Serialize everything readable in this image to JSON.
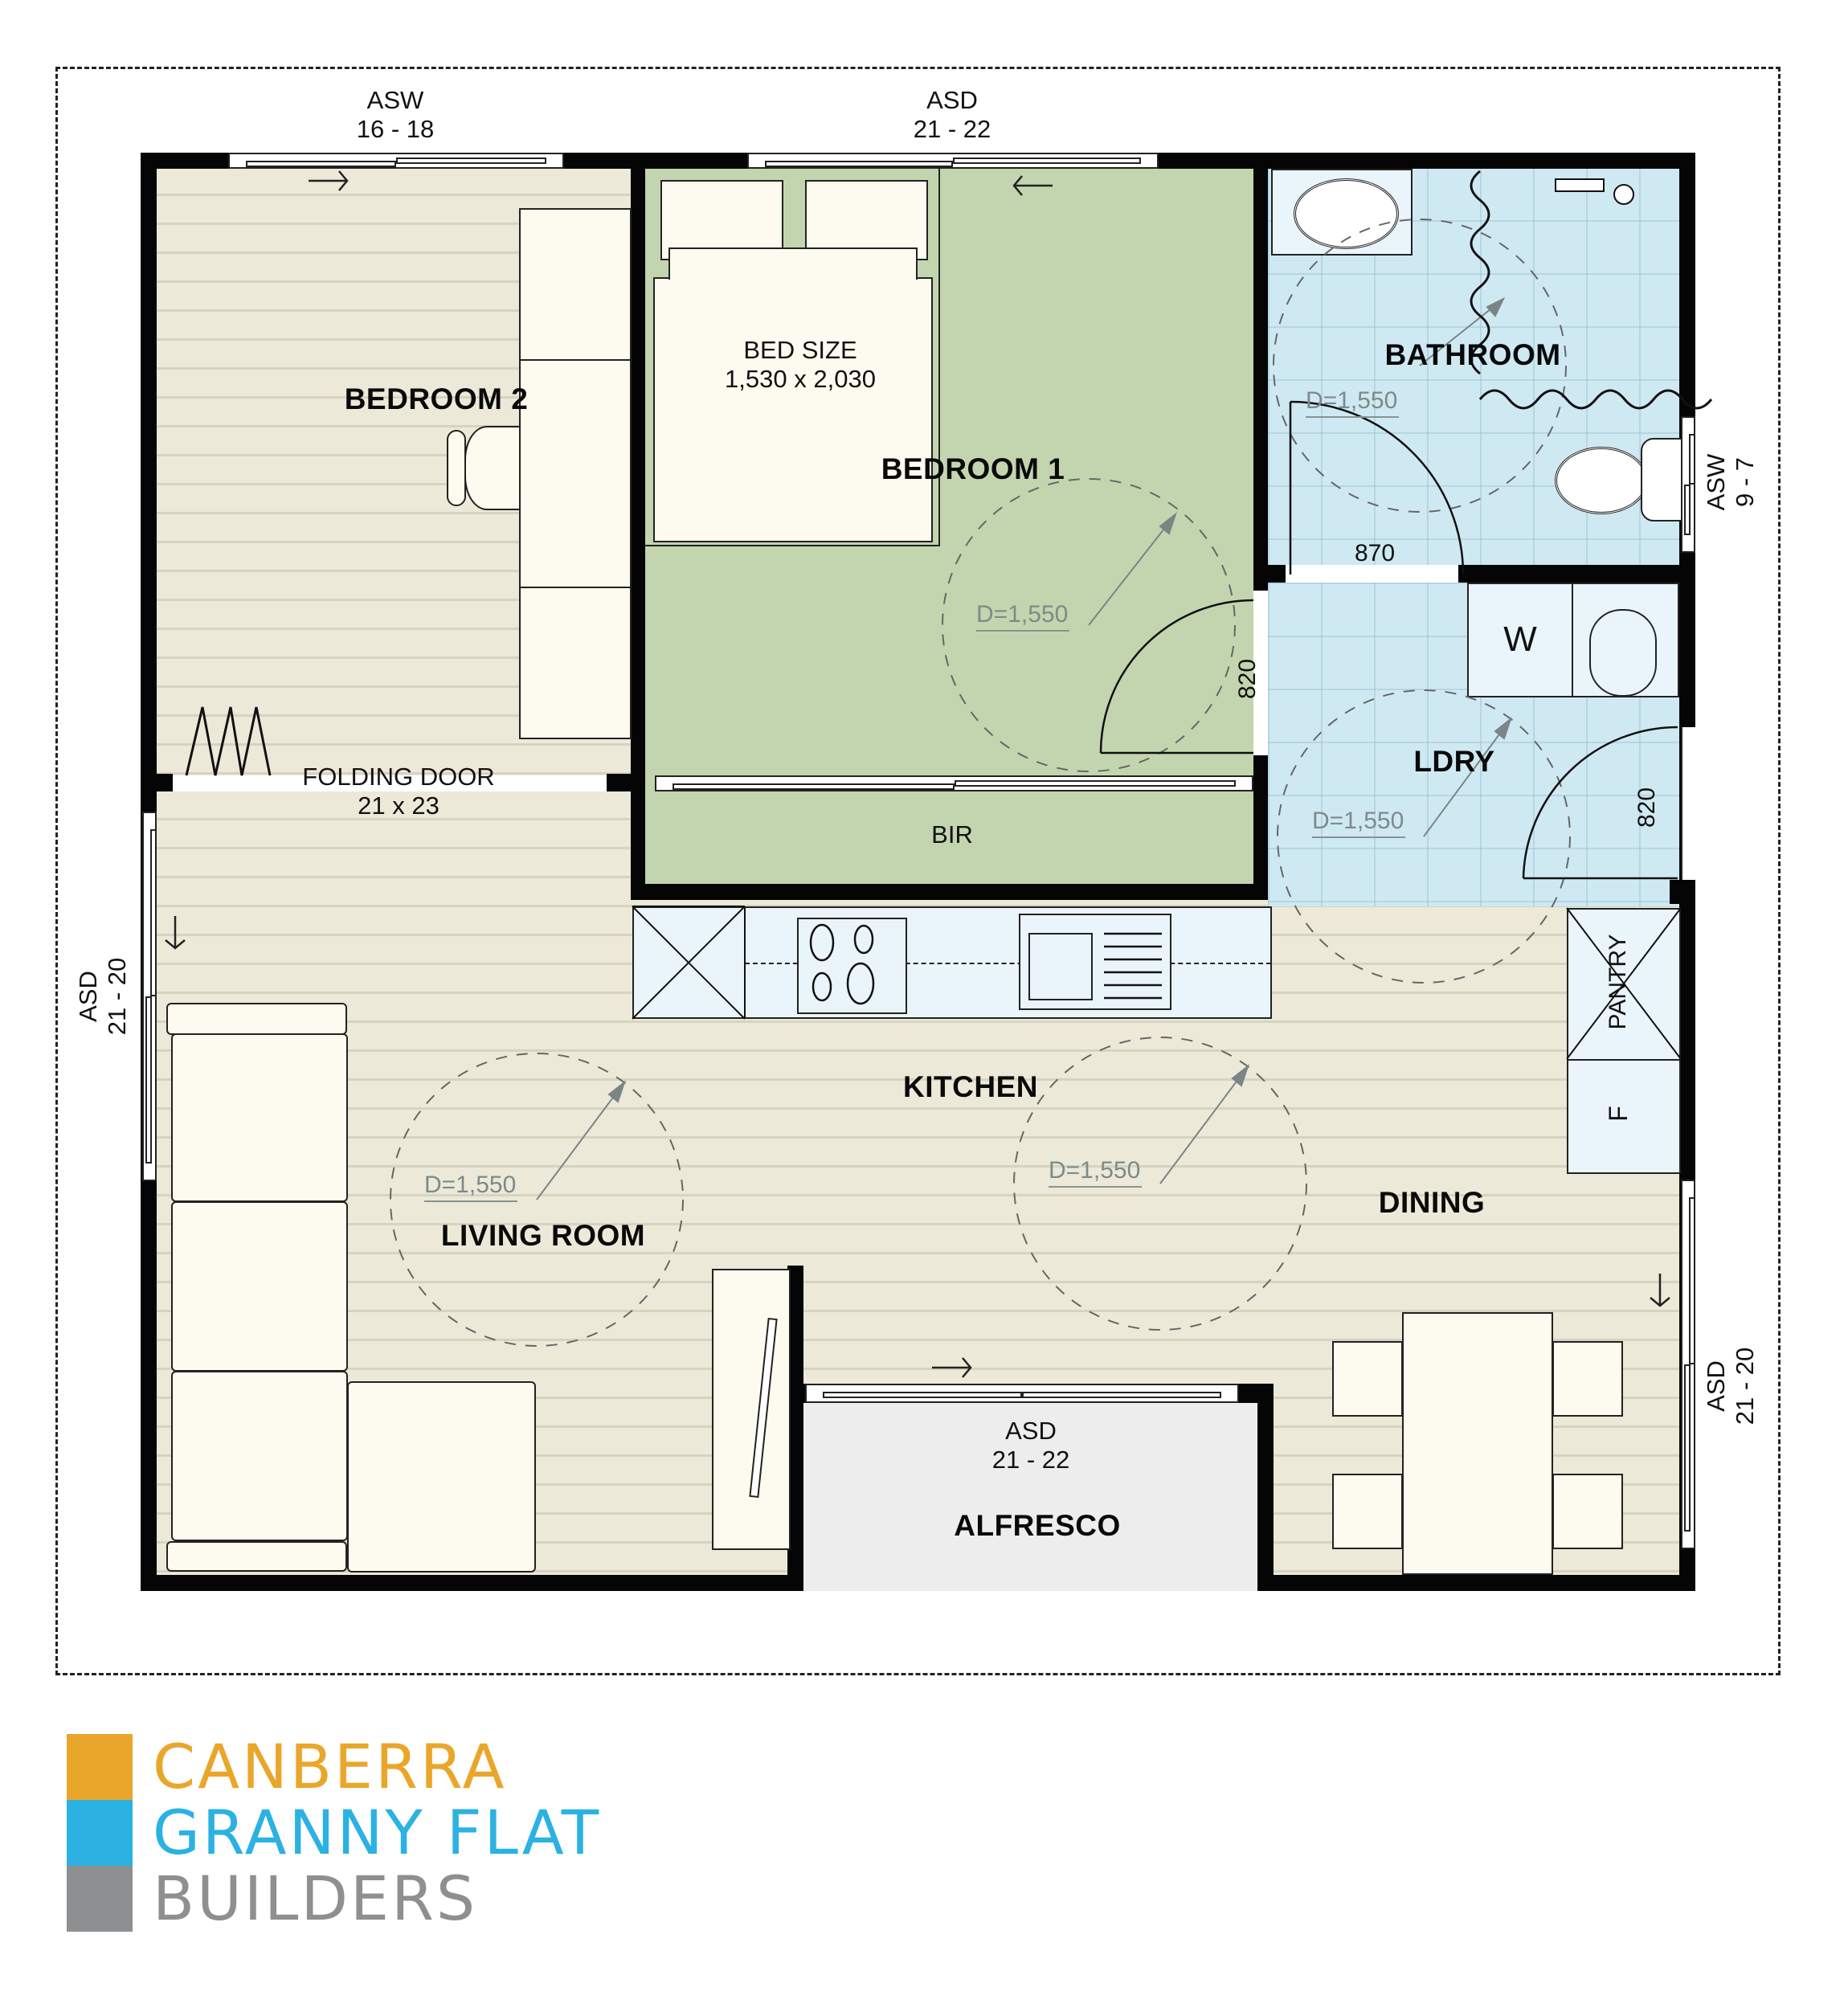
{
  "plan": {
    "rooms": [
      {
        "id": "bedroom-2",
        "label": "BEDROOM 2"
      },
      {
        "id": "bedroom-1",
        "label": "BEDROOM 1"
      },
      {
        "id": "bathroom",
        "label": "BATHROOM"
      },
      {
        "id": "laundry",
        "label": "LDRY"
      },
      {
        "id": "kitchen",
        "label": "KITCHEN"
      },
      {
        "id": "living-room",
        "label": "LIVING ROOM"
      },
      {
        "id": "dining",
        "label": "DINING"
      },
      {
        "id": "alfresco",
        "label": "ALFRESCO"
      },
      {
        "id": "bir",
        "label": "BIR"
      }
    ],
    "bed": {
      "line1": "BED SIZE",
      "line2": "1,530 x 2,030"
    },
    "folding_door": {
      "line1": "FOLDING DOOR",
      "line2": "21 x 23"
    },
    "openings": {
      "top_left_window": {
        "type": "ASW",
        "size": "16 - 18"
      },
      "top_middle_door": {
        "type": "ASD",
        "size": "21 - 22"
      },
      "right_bathroom_window": {
        "type": "ASW",
        "size": "9 - 7"
      },
      "left_living_door": {
        "type": "ASD",
        "size": "21 - 20"
      },
      "right_dining_door": {
        "type": "ASD",
        "size": "21 - 20"
      },
      "alfresco_door": {
        "type": "ASD",
        "size": "21 - 22"
      }
    },
    "dimensions": {
      "bathroom_door": "870",
      "bedroom1_door": "820",
      "laundry_door": "820"
    },
    "turning_circles": {
      "bedroom1": "D=1,550",
      "bathroom": "D=1,550",
      "laundry": "D=1,550",
      "living": "D=1,550",
      "kitchen": "D=1,550"
    },
    "fixtures": {
      "washer": "W",
      "pantry": "PANTRY",
      "fridge": "F"
    }
  },
  "logo": {
    "line1": "CANBERRA",
    "line2": "GRANNY FLAT",
    "line3": "BUILDERS",
    "colors": {
      "orange": "#EAA62A",
      "blue": "#2BB2E3",
      "gray": "#8E8F91"
    }
  },
  "colors": {
    "timber_floor": "#ECE9D8",
    "bedroom1_floor": "#C3D5AF",
    "wet_area_tile": "#CFE9F3",
    "alfresco": "#EDEDED",
    "walls": "#050505"
  }
}
